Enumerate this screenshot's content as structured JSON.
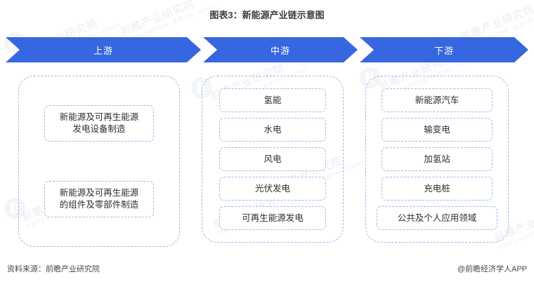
{
  "title": "图表3：新能源产业链示意图",
  "colors": {
    "banner_fill": "#3667e0",
    "banner_text": "#ffffff",
    "dashed_border": "#9cb8ec",
    "node_text": "#2f2f2f",
    "title_text": "#3f3f3f"
  },
  "banners": [
    {
      "label": "上游"
    },
    {
      "label": "中游"
    },
    {
      "label": "下游"
    }
  ],
  "columns": {
    "upstream": {
      "nodes": [
        {
          "label": "新能源及可再生能源\n发电设备制造"
        },
        {
          "label": "新能源及可再生能源\n的组件及零部件制造"
        }
      ]
    },
    "midstream": {
      "nodes": [
        {
          "label": "氢能"
        },
        {
          "label": "水电"
        },
        {
          "label": "风电"
        },
        {
          "label": "光伏发电"
        },
        {
          "label": "可再生能源发电"
        }
      ]
    },
    "downstream": {
      "nodes": [
        {
          "label": "新能源汽车"
        },
        {
          "label": "输变电"
        },
        {
          "label": "加氢站"
        },
        {
          "label": "充电桩"
        },
        {
          "label": "公共及个人应用领域"
        }
      ]
    }
  },
  "footer": {
    "source": "资料来源：前瞻产业研究院",
    "brand": "@前瞻经济学人APP"
  },
  "watermark": {
    "text": "前瞻产业研究院",
    "subtext": "中国产业咨询领导者（股票代码：839599）"
  }
}
